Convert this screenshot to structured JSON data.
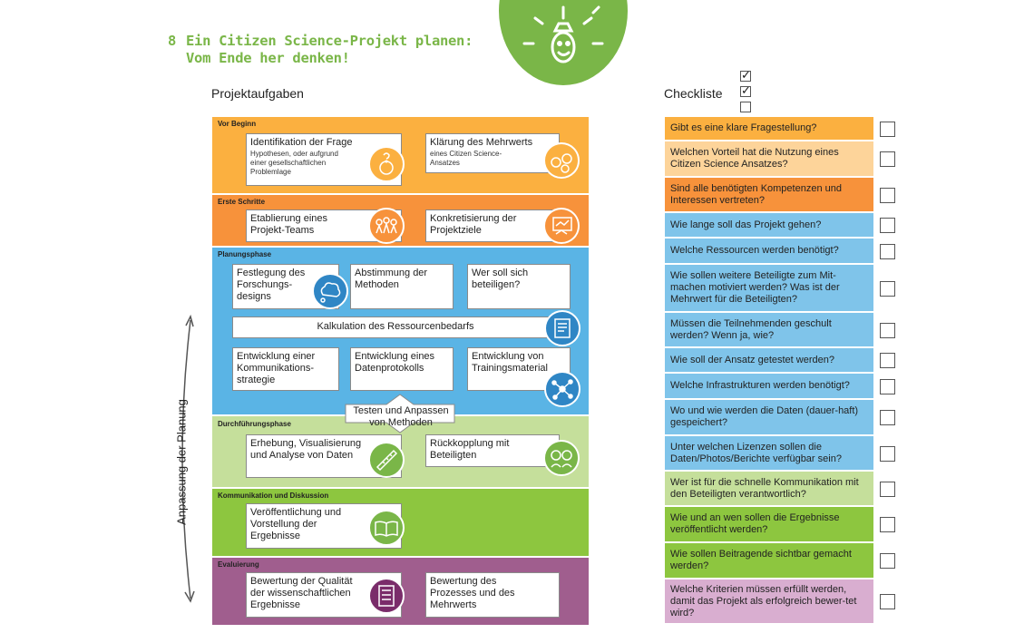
{
  "heading": {
    "number": "8",
    "line1": "Ein Citizen Science-Projekt planen:",
    "line2": "Vom Ende her denken!"
  },
  "left_title": "Projektaufgaben",
  "right_title": "Checkliste",
  "side_label": "Anpassung der Planung",
  "colors": {
    "orange_light": "#fbb040",
    "orange_dark": "#f7923b",
    "blue": "#5ab4e5",
    "green_light": "#c5df9b",
    "green": "#8dc63f",
    "purple": "#a05e8e",
    "brand_green": "#7ab648"
  },
  "sections": [
    {
      "label": "Vor Beginn",
      "color": "#fbb040",
      "boxes": [
        {
          "title": "Identifikation der Frage",
          "sub": "Hypothesen, oder aufgrund einer gesellschaftlichen Problemlage",
          "icon": "question-face-icon"
        },
        {
          "title": "Klärung des Mehrwerts",
          "sub": "eines Citizen Science-Ansatzes",
          "icon": "faces-icon"
        }
      ]
    },
    {
      "label": "Erste Schritte",
      "color": "#f7923b",
      "boxes": [
        {
          "title": "Etablierung eines Projekt-Teams",
          "icon": "team-icon"
        },
        {
          "title": "Konkretisierung der Projektziele",
          "icon": "goals-board-icon"
        }
      ]
    },
    {
      "label": "Planungsphase",
      "color": "#5ab4e5",
      "boxes": [
        {
          "title": "Festlegung des Forschungs-designs",
          "icon": "thought-cloud-icon"
        },
        {
          "title": "Abstimmung der Methoden"
        },
        {
          "title": "Wer soll sich beteiligen?"
        },
        {
          "title": "Kalkulation des Ressourcenbedarfs",
          "icon": "notebook-icon"
        },
        {
          "title": "Entwicklung einer Kommunikations-strategie"
        },
        {
          "title": "Entwicklung eines Datenprotokolls"
        },
        {
          "title": "Entwicklung von Trainingsmaterial",
          "icon": "network-icon"
        }
      ]
    },
    {
      "label": "Durchführungsphase",
      "color": "#c5df9b",
      "boxes": [
        {
          "title": "Erhebung, Visualisierung und Analyse von Daten",
          "icon": "ruler-icon"
        },
        {
          "title": "Rückkopplung mit Beteiligten",
          "icon": "people-icon"
        }
      ]
    },
    {
      "label": "Kommunikation und Diskussion",
      "color": "#8dc63f",
      "boxes": [
        {
          "title": "Veröffentlichung und Vorstellung der Ergebnisse",
          "icon": "book-icon"
        }
      ]
    },
    {
      "label": "Evaluierung",
      "color": "#a05e8e",
      "boxes": [
        {
          "title": "Bewertung der Qualität der wissenschaftlichen Ergebnisse",
          "icon": "checklist-icon"
        },
        {
          "title": "Bewertung des Prozesses und des Mehrwerts"
        }
      ]
    }
  ],
  "test_box": "Testen und Anpassen von Methoden",
  "checklist": [
    {
      "text": "Gibt es eine klare Fragestellung?",
      "color": "#fbb040"
    },
    {
      "text": "Welchen Vorteil hat die Nutzung eines Citizen Science Ansatzes?",
      "color": "#fdd49a"
    },
    {
      "text": "Sind alle benötigten Kompetenzen und Interessen vertreten?",
      "color": "#f7923b"
    },
    {
      "text": "Wie lange soll das Projekt gehen?",
      "color": "#7fc4ea"
    },
    {
      "text": "Welche Ressourcen werden benötigt?",
      "color": "#7fc4ea"
    },
    {
      "text": "Wie sollen weitere Beteiligte zum Mit-machen motiviert werden? Was ist der Mehrwert für die Beteiligten?",
      "color": "#7fc4ea"
    },
    {
      "text": "Müssen die Teilnehmenden geschult werden? Wenn ja, wie?",
      "color": "#7fc4ea"
    },
    {
      "text": "Wie soll der Ansatz getestet werden?",
      "color": "#7fc4ea"
    },
    {
      "text": "Welche Infrastrukturen werden benötigt?",
      "color": "#7fc4ea"
    },
    {
      "text": "Wo und wie werden die Daten (dauer-haft) gespeichert?",
      "color": "#7fc4ea"
    },
    {
      "text": "Unter welchen Lizenzen sollen die Daten/Photos/Berichte verfügbar sein?",
      "color": "#7fc4ea"
    },
    {
      "text": "Wer ist für die schnelle Kommunikation mit den Beteiligten verantwortlich?",
      "color": "#c5df9b"
    },
    {
      "text": "Wie und an wen sollen die Ergebnisse veröffentlicht werden?",
      "color": "#8dc63f"
    },
    {
      "text": "Wie sollen Beitragende sichtbar gemacht werden?",
      "color": "#8dc63f"
    },
    {
      "text": "Welche Kriterien müssen erfüllt werden, damit das Projekt als erfolgreich bewer-tet wird?",
      "color": "#d9aed0"
    }
  ],
  "legend_checks": [
    "✓",
    "✓",
    ""
  ]
}
